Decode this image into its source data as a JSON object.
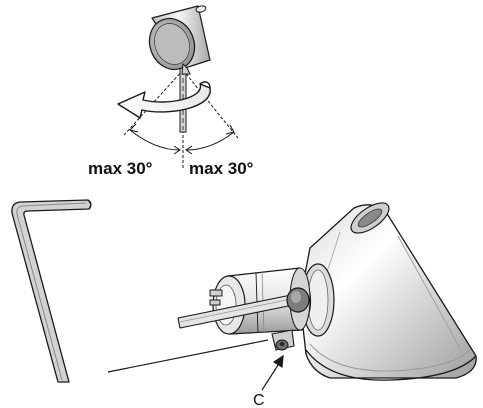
{
  "labels": {
    "angle_left": "max 30°",
    "angle_right": "max 30°",
    "part_c": "C"
  },
  "colors": {
    "line": "#1a1a1a",
    "metal_light": "#f2f2f2",
    "metal_mid": "#c8c8c8",
    "metal_dark": "#8c8c8c"
  }
}
